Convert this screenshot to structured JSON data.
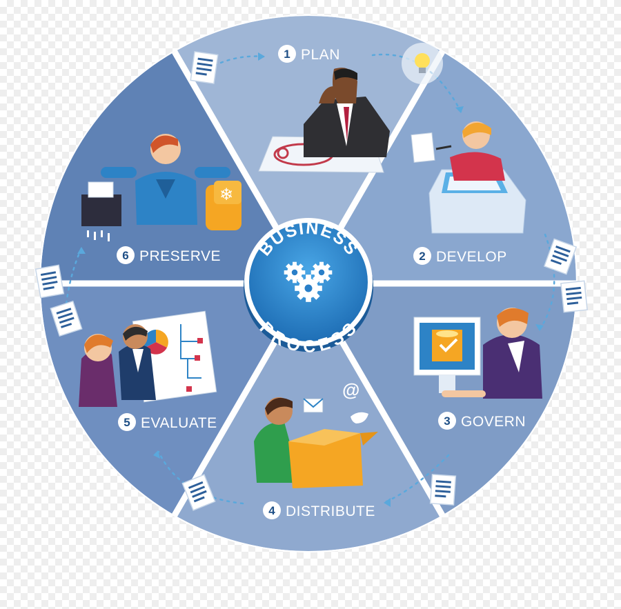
{
  "hub": {
    "line1": "BUSINESS",
    "line2": "PROCESS",
    "icon": "gears-icon"
  },
  "steps": [
    {
      "number": "1",
      "label": "PLAN",
      "illustration": "thinking-manager-icon"
    },
    {
      "number": "2",
      "label": "DEVELOP",
      "illustration": "designer-at-drafting-table-icon"
    },
    {
      "number": "3",
      "label": "GOVERN",
      "illustration": "man-at-database-monitor-icon"
    },
    {
      "number": "4",
      "label": "DISTRIBUTE",
      "illustration": "woman-sending-box-icon"
    },
    {
      "number": "5",
      "label": "EVALUATE",
      "illustration": "team-reviewing-chart-icon"
    },
    {
      "number": "6",
      "label": "PRESERVE",
      "illustration": "man-with-shredder-and-freezer-icon"
    }
  ],
  "colors": {
    "segment_light": "#9fb6d6",
    "segment_mid": "#7f9cc6",
    "segment_dark": "#5f82b5",
    "divider": "#ffffff",
    "hub_fill": "#2a7fc8",
    "hub_ring": "#ffffff",
    "number_text": "#1e4f86",
    "arrow": "#5aa8dc"
  },
  "decorations": {
    "document_icon": "document-icon",
    "lightbulb_icon": "lightbulb-icon",
    "email_icon": "envelope-icon",
    "at_icon": "at-sign-icon",
    "bird_icon": "twitter-bird-icon"
  }
}
